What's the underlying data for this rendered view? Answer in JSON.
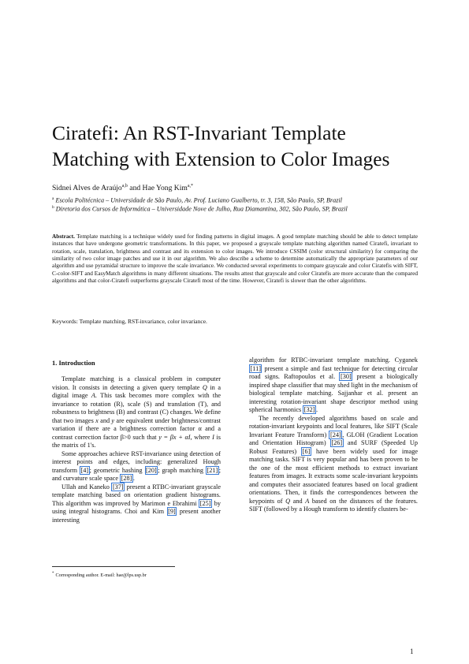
{
  "title": {
    "line1": "Ciratefi: An RST-Invariant Template",
    "line2": "Matching with Extension to Color Images"
  },
  "authors": {
    "author1": "Sidnei Alves de Araújo",
    "author1_sup": "a,b",
    "conj": " and Hae Yong Kim",
    "author2_sup": "a,*"
  },
  "affiliations": [
    {
      "mark": "a",
      "text": "Escola Politécnica – Universidade de São Paulo, Av. Prof. Luciano Gualberto, tr. 3, 158, São Paulo, SP, Brazil"
    },
    {
      "mark": "b",
      "text": "Diretoria dos Cursos de Informática – Universidade Nove de Julho, Rua Diamantina, 302, São Paulo, SP, Brazil"
    }
  ],
  "abstract": {
    "label": "Abstract.",
    "text": " Template matching is a technique widely used for finding patterns in digital images. A good template matching should be able to detect template instances that have undergone geometric transformations. In this paper, we proposed a grayscale template matching algorithm named Ciratefi, invariant to rotation, scale, translation, brightness and contrast and its extension to color images. We introduce CSSIM (color structural similarity) for comparing the similarity of two color image patches and use it in our algorithm. We also describe a scheme to determine automatically the appropriate parameters of our algorithm and use pyramidal structure to improve the scale invariance. We conducted several experiments to compare grayscale and color Ciratefis with SIFT, C-color-SIFT and EasyMatch algorithms in many different situations. The results attest that grayscale and color Ciratefis are more accurate than the compared algorithms and that color-Ciratefi outperforms grayscale Ciratefi most of the time. However, Ciratefi is slower than the other algorithms."
  },
  "keywords": "Keywords: Template matching, RST-invariance, color invariance.",
  "section": {
    "heading": "1. Introduction"
  },
  "left_column": {
    "p1_a": "Template matching is a classical problem in computer vision. It consists in detecting a given query template ",
    "p1_q": "Q",
    "p1_b": " in a digital image ",
    "p1_A": "A",
    "p1_c": ". This task becomes more complex with the invariance to rotation (R), scale (S) and translation (T), and robustness to brightness (B) and contrast (C) changes. We define that two images ",
    "p1_x": "x",
    "p1_d": " and ",
    "p1_y": "y",
    "p1_e": " are equivalent under brightness/contrast variation if there are a brightness correction factor α and a contrast correction factor β>0 such that ",
    "p1_eq": "y = βx + αI",
    "p1_f": ", where ",
    "p1_I": "I",
    "p1_g": " is the matrix of 1's.",
    "p2_a": "Some approaches achieve RST-invariance using detection of interest points and edges, including: generalized Hough transform ",
    "ref4": "[4]",
    "p2_b": "; geometric hashing ",
    "ref20": "[20]",
    "p2_c": "; graph matching ",
    "ref21": "[21]",
    "p2_d": "; and curvature scale space ",
    "ref28": "[28]",
    "p2_e": ".",
    "p3_a": "Ullah and Kaneko ",
    "ref37": "[37]",
    "p3_b": " present a RTBC-invariant grayscale template matching based on orientation gradient histograms. This algorithm was improved by Marimon e Ebrahimi ",
    "ref25": "[25]",
    "p3_c": " by using integral histograms. Choi and Kim ",
    "ref9": "[9]",
    "p3_d": " present another interesting"
  },
  "right_column": {
    "p1_a": "algorithm for RTBC-invariant template matching. Cyganek ",
    "ref11": "[11]",
    "p1_b": " present a simple and fast technique for detecting circular road signs. Raftopoulos et al. ",
    "ref30": "[30]",
    "p1_c": " present a biologically inspired shape classifier that may shed light in the mechanism of biological template matching. Sajjanhar et al. present an interesting rotation-invariant shape descriptor method using spherical harmonics ",
    "ref32": "[32]",
    "p1_d": ".",
    "p2_a": "The recently developed algorithms based on scale and rotation-invariant keypoints and local features, like SIFT (Scale Invariant Feature Transform) ",
    "ref24": "[24]",
    "p2_b": ", GLOH (Gradient Location and Orientation Histogram) ",
    "ref26": "[26]",
    "p2_c": " and SURF (Speeded Up Robust Features) ",
    "ref6": "[6]",
    "p2_d": " have been widely used for image matching tasks. SIFT is very popular and has been proven to be the one of the most efficient methods to extract invariant features from images. It extracts some scale-invariant keypoints and computes their associated features based on local gradient orientations. Then, it finds the correspondences between the keypoints of ",
    "p2_Q": "Q",
    "p2_e": " and ",
    "p2_A": "A",
    "p2_f": " based on the distances of the features. SIFT (followed by a Hough transform to identify clusters be-"
  },
  "footnote": {
    "mark": "*",
    "text": "Corresponding author. E-mail: hae@lps.usp.br"
  },
  "page_number": "1"
}
